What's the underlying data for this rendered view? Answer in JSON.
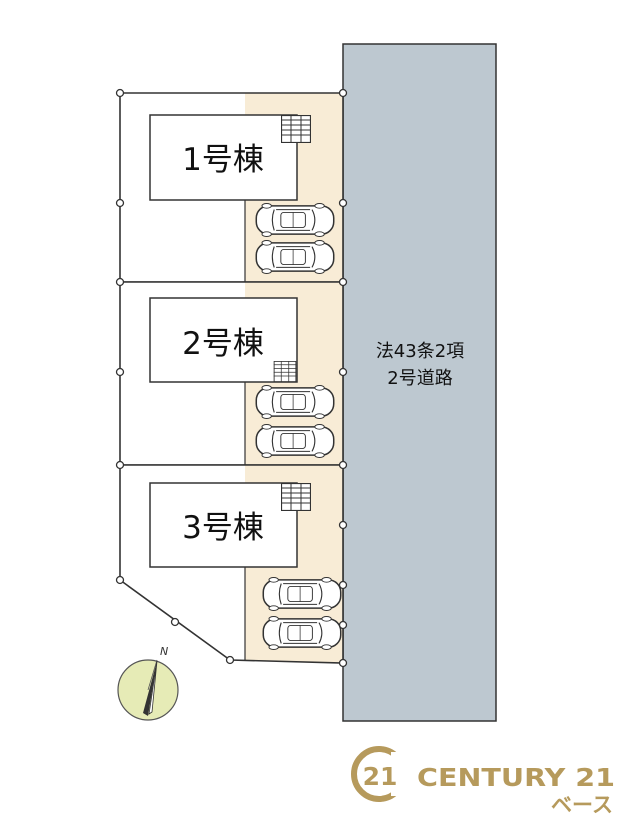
{
  "colors": {
    "road": "#bdc8d0",
    "driveway": "#f8ecd6",
    "building": "#ffffff",
    "line": "#333333",
    "compass_fill": "#e6ebb6",
    "brand_gold": "#b69a5c"
  },
  "buildings": [
    {
      "label": "1号棟"
    },
    {
      "label": "2号棟"
    },
    {
      "label": "3号棟"
    }
  ],
  "road": {
    "label_line1": "法43条2項",
    "label_line2": "2号道路"
  },
  "compass": {
    "north_label": "N"
  },
  "brand": {
    "name": "CENTURY 21",
    "sub": "ベース",
    "logo_number": "21"
  }
}
